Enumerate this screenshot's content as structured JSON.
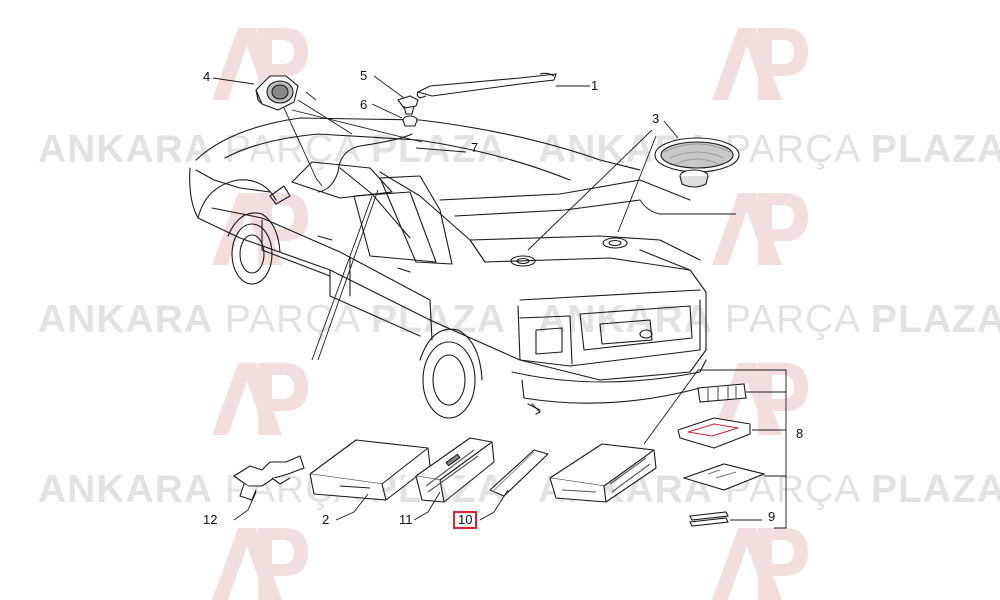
{
  "watermark": {
    "brand_bold_1": "ANKARA",
    "brand_light": "PARÇA",
    "brand_bold_2": "PLAZA",
    "logo_letters": "AP"
  },
  "callouts": {
    "c1": "1",
    "c2": "2",
    "c3": "3",
    "c4": "4",
    "c5": "5",
    "c6": "6",
    "c7": "7",
    "c8": "8",
    "c9": "9",
    "c10": "10",
    "c11": "11",
    "c12": "12"
  },
  "highlighted_callout": "10",
  "colors": {
    "highlight": "#d9262c",
    "watermark": "#e2e2e2",
    "logo_tint": "#f3dede",
    "ink": "#1a1a1a"
  }
}
